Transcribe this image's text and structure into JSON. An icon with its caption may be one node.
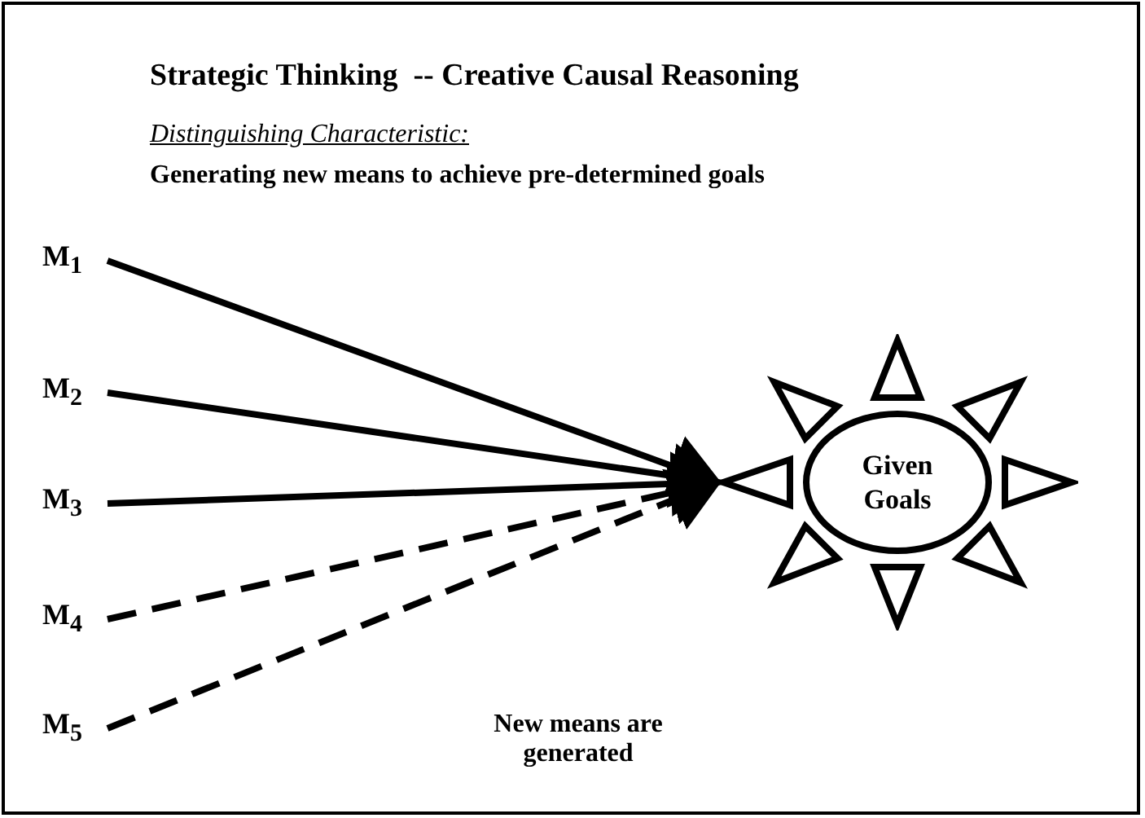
{
  "diagram": {
    "title": "Strategic Thinking  -- Creative Causal Reasoning",
    "nodes": [
      {
        "text": [
          "M$_{1}$"
        ]
      },
      {
        "text": [
          "M$_{2}$"
        ]
      },
      {
        "text": [
          "M$_{3}$"
        ]
      },
      {
        "text": [
          "M$_{4}$"
        ]
      },
      {
        "text": [
          "M$_{5}$"
        ]
      },
      {
        "text": [
          "Given Goals"
        ]
      }
    ],
    "edges": [
      {
        "from": 0,
        "to": 5,
        "arrow": "to"
      },
      {
        "from": 1,
        "to": 5,
        "arrow": "to"
      },
      {
        "from": 2,
        "to": 5,
        "arrow": "to"
      },
      {
        "from": 3,
        "to": 5,
        "arrow": "to",
        "style": "dashed"
      },
      {
        "from": 4,
        "to": 5,
        "arrow": "to",
        "style": "dashed"
      }
    ],
    "labels": [
      "Distinguishing Characteristic:",
      "Generating new means to achieve pre-determined goals",
      "New means are generated"
    ]
  }
}
